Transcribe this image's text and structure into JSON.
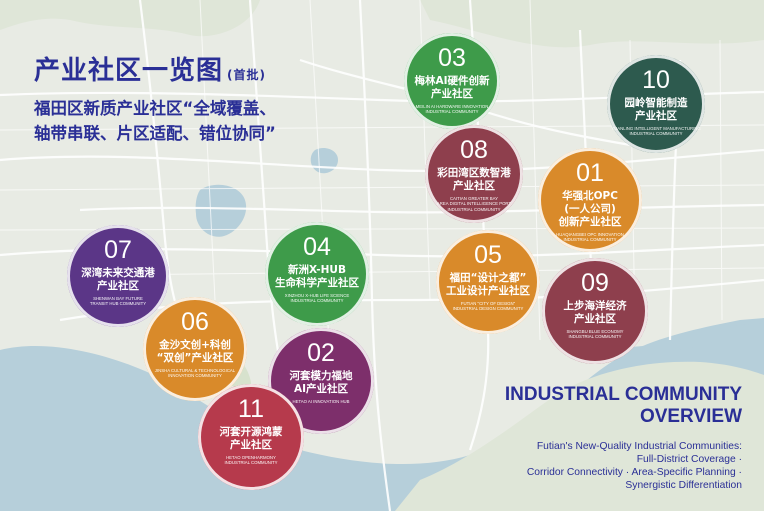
{
  "title": {
    "main": "产业社区一览图",
    "sub": "(首批)"
  },
  "subtitle": {
    "line1": "福田区新质产业社区“全域覆盖、",
    "line2": "轴带串联、片区适配、错位协同”"
  },
  "communities": [
    {
      "num": "03",
      "cn1": "梅林AI硬件创新",
      "cn2": "产业社区",
      "en1": "MEILIN AI HARDWARE INNOVATION",
      "en2": "INDUSTRIAL COMMUNITY",
      "color": "#3e9b4a"
    },
    {
      "num": "10",
      "cn1": "园岭智能制造",
      "cn2": "产业社区",
      "en1": "YUANLING INTELLIGENT MANUFACTURING",
      "en2": "INDUSTRIAL COMMUNITY",
      "color": "#2d5a4e"
    },
    {
      "num": "08",
      "cn1": "彩田湾区数智港",
      "cn2": "产业社区",
      "en1": "CAITIAN GREATER BAY",
      "en2": "AREA DIGITAL INTELLIGENCE PORT",
      "en3": "INDUSTRIAL COMMUNITY",
      "color": "#8e3f4d"
    },
    {
      "num": "01",
      "cn1": "华强北OPC",
      "cn2": "(一人公司)",
      "cn3": "创新产业社区",
      "en1": "HUAQIANGBEI OPC INNOVATION",
      "en2": "INDUSTRIAL COMMUNITY",
      "color": "#d98a2a"
    },
    {
      "num": "07",
      "cn1": "深湾未来交通港",
      "cn2": "产业社区",
      "en1": "SHENWAN BAY FUTURE",
      "en2": "TRANSIT HUB COMMUNITY",
      "color": "#5b3687"
    },
    {
      "num": "04",
      "cn1": "新洲X-HUB",
      "cn2": "生命科学产业社区",
      "en1": "XINZHOU X-HUB LIFE SCIENCE",
      "en2": "INDUSTRIAL COMMUNITY",
      "color": "#3e9b4a"
    },
    {
      "num": "05",
      "cn1": "福田“设计之都”",
      "cn2": "工业设计产业社区",
      "en1": "FUTIAN \"CITY OF DESIGN\"",
      "en2": "INDUSTRIAL DESIGN COMMUNITY",
      "color": "#d98a2a"
    },
    {
      "num": "09",
      "cn1": "上步海洋经济",
      "cn2": "产业社区",
      "en1": "SHANGBU BLUE ECONOMY",
      "en2": "INDUSTRIAL COMMUNITY",
      "color": "#8e3f4d"
    },
    {
      "num": "06",
      "cn1": "金沙文创+科创",
      "cn2": "“双创”产业社区",
      "en1": "JINSHA CULTURAL & TECHNOLOGICAL",
      "en2": "INNOVATION COMMUNITY",
      "color": "#d98a2a"
    },
    {
      "num": "02",
      "cn1": "河套模力福地",
      "cn2": "AI产业社区",
      "en1": "HETAO AI INNOVATION HUB",
      "color": "#7d2f6b"
    },
    {
      "num": "11",
      "cn1": "河套开源鸿蒙",
      "cn2": "产业社区",
      "en1": "HETAO OPENHARMONY",
      "en2": "INDUSTRIAL COMMUNITY",
      "color": "#b63a4c"
    }
  ],
  "overview": {
    "line1": "INDUSTRIAL COMMUNITY",
    "line2": "OVERVIEW",
    "desc1": "Futian's New-Quality Industrial Communities:",
    "desc2": "Full-District Coverage ·",
    "desc3": "Corridor Connectivity · Area-Specific Planning ·",
    "desc4": "Synergistic Differentiation"
  }
}
